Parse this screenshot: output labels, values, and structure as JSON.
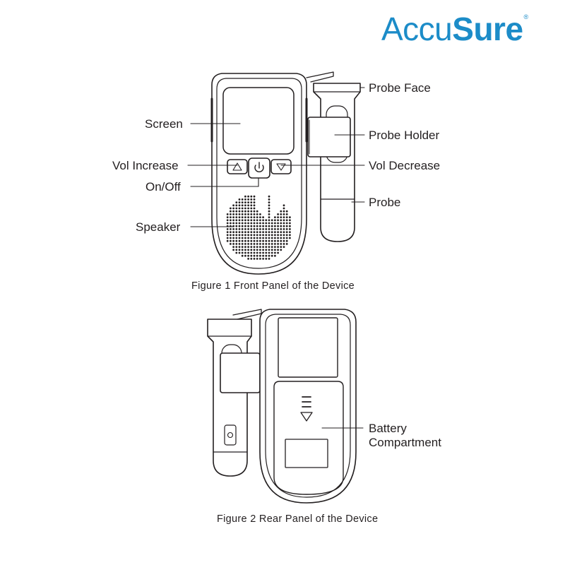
{
  "brand": {
    "name_part1": "Accu",
    "name_part2": "Sure",
    "registered": "®",
    "color": "#1c8cc8"
  },
  "figure1": {
    "caption": "Figure 1 Front Panel of the Device",
    "labels": {
      "screen": "Screen",
      "vol_increase": "Vol Increase",
      "on_off": "On/Off",
      "speaker": "Speaker",
      "probe_face": "Probe Face",
      "probe_holder": "Probe Holder",
      "vol_decrease": "Vol Decrease",
      "probe": "Probe"
    }
  },
  "figure2": {
    "caption": "Figure 2 Rear Panel of the Device",
    "labels": {
      "battery_line1": "Battery",
      "battery_line2": "Compartment"
    }
  },
  "colors": {
    "line": "#231f20",
    "screen_fill": "#ffffff"
  }
}
